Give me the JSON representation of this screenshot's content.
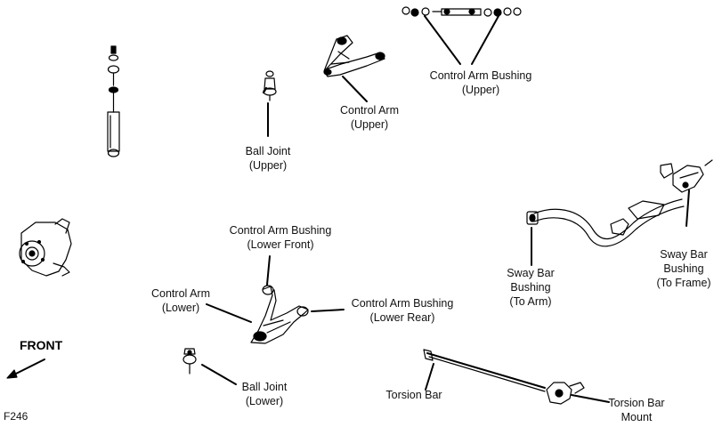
{
  "labels": {
    "control_arm_bushing_upper": [
      "Control Arm Bushing",
      "(Upper)"
    ],
    "control_arm_upper": [
      "Control Arm",
      "(Upper)"
    ],
    "ball_joint_upper": [
      "Ball Joint",
      "(Upper)"
    ],
    "control_arm_bushing_lower_front": [
      "Control Arm Bushing",
      "(Lower Front)"
    ],
    "control_arm_lower": [
      "Control Arm",
      "(Lower)"
    ],
    "control_arm_bushing_lower_rear": [
      "Control Arm Bushing",
      "(Lower Rear)"
    ],
    "ball_joint_lower": [
      "Ball Joint",
      "(Lower)"
    ],
    "torsion_bar": [
      "Torsion Bar"
    ],
    "torsion_bar_mount": [
      "Torsion Bar",
      "Mount"
    ],
    "sway_bar_bushing_arm": [
      "Sway Bar",
      "Bushing",
      "(To Arm)"
    ],
    "sway_bar_bushing_frame": [
      "Sway Bar",
      "Bushing",
      "(To Frame)"
    ]
  },
  "front_label": "FRONT",
  "figure_id": "F246"
}
